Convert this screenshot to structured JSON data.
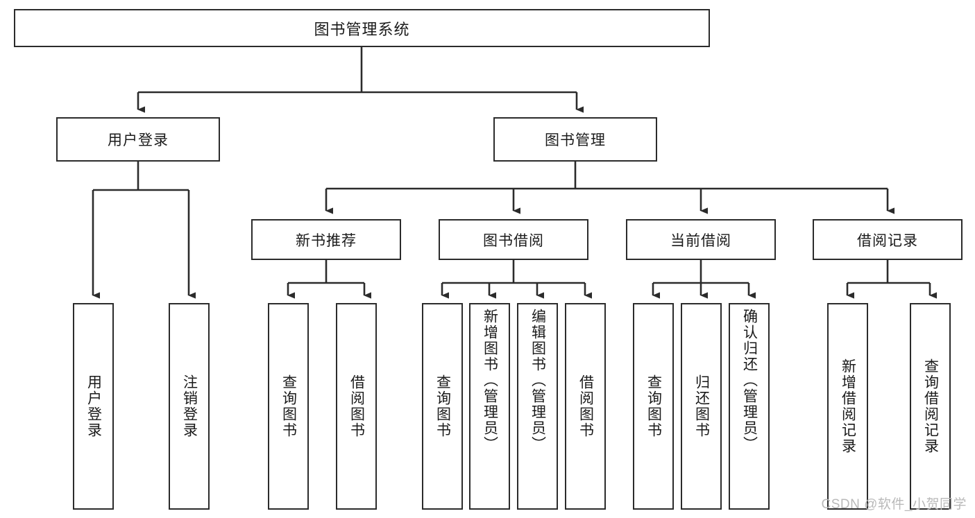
{
  "diagram": {
    "type": "tree",
    "title_node": "图书管理系统",
    "watermark": "CSDN @软件_小贺同学",
    "colors": {
      "box_stroke": "#2b2b2b",
      "box_fill": "#ffffff",
      "line": "#2b2b2b",
      "text": "#1a1a1a",
      "watermark": "#b9b9b9",
      "background": "#ffffff"
    },
    "root": {
      "label": "图书管理系统"
    },
    "level2": [
      {
        "label": "用户登录"
      },
      {
        "label": "图书管理"
      }
    ],
    "level3": [
      {
        "label": "新书推荐"
      },
      {
        "label": "图书借阅"
      },
      {
        "label": "当前借阅"
      },
      {
        "label": "借阅记录"
      }
    ],
    "leaves": {
      "user_login": [
        {
          "label": "用户登录"
        },
        {
          "label": "注销登录"
        }
      ],
      "new_book_recommend": [
        {
          "label": "查询图书"
        },
        {
          "label": "借阅图书"
        }
      ],
      "book_borrow": [
        {
          "label": "查询图书"
        },
        {
          "label": "新增图书（管理员）"
        },
        {
          "label": "编辑图书（管理员）"
        },
        {
          "label": "借阅图书"
        }
      ],
      "current_borrow": [
        {
          "label": "查询图书"
        },
        {
          "label": "归还图书"
        },
        {
          "label": "确认归还（管理员）"
        }
      ],
      "borrow_record": [
        {
          "label": "新增借阅记录"
        },
        {
          "label": "查询借阅记录"
        }
      ]
    }
  }
}
